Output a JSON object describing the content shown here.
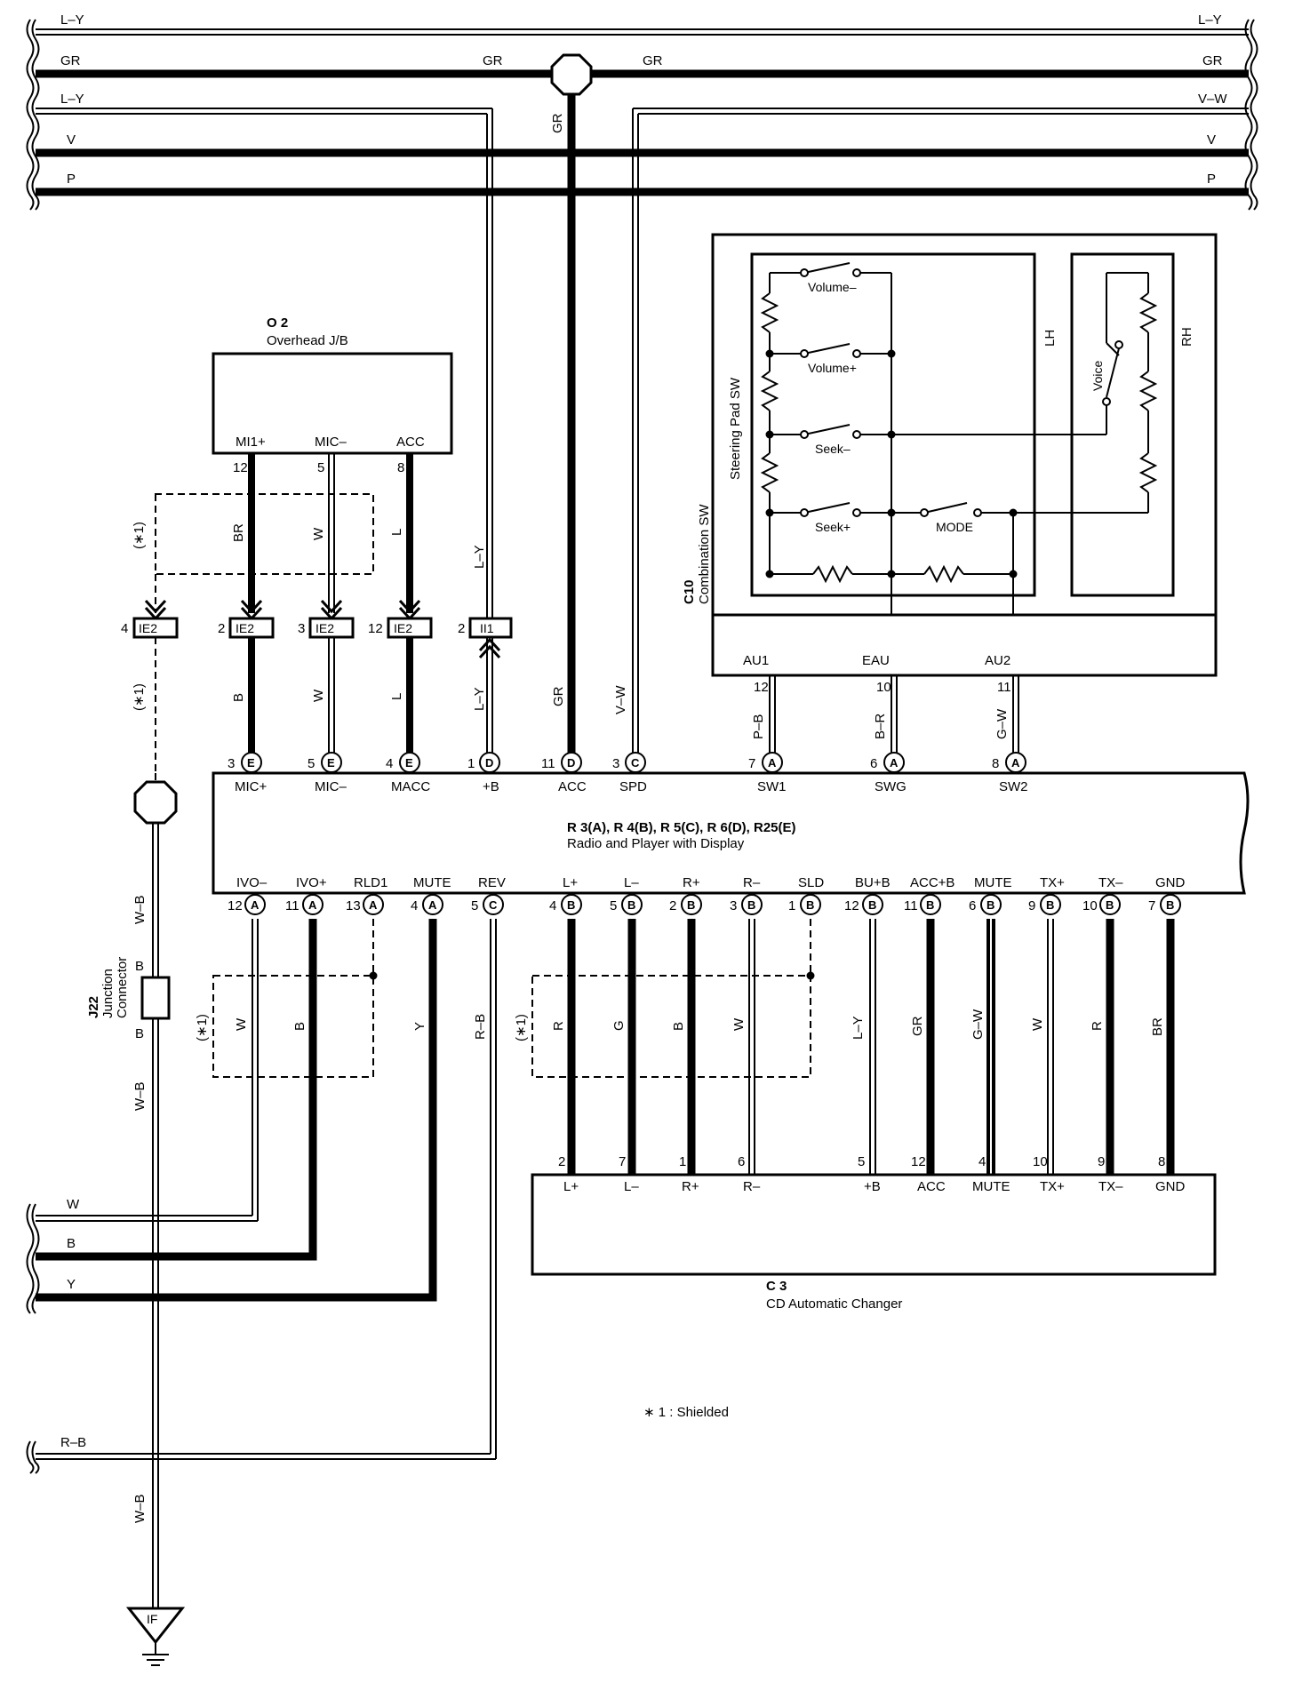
{
  "bus": [
    {
      "left": "L–Y",
      "right": "L–Y"
    },
    {
      "left": "GR",
      "right": "GR",
      "mid_left": "GR",
      "mid_right": "GR"
    },
    {
      "left": "L–Y",
      "right": "V–W"
    },
    {
      "left": "V",
      "right": "V"
    },
    {
      "left": "P",
      "right": "P"
    }
  ],
  "vertical_labels": {
    "gr_drop": "GR"
  },
  "o2": {
    "id": "O 2",
    "name": "Overhead J/B",
    "pins": [
      {
        "label": "MI1+",
        "num": "12",
        "wire": "BR"
      },
      {
        "label": "MIC–",
        "num": "5",
        "wire": "W"
      },
      {
        "label": "ACC",
        "num": "8",
        "wire": "L"
      }
    ]
  },
  "shield_note_left": "(∗1)",
  "connectors": [
    {
      "pin": "4",
      "label": "IE2"
    },
    {
      "pin": "2",
      "label": "IE2",
      "wire": "B"
    },
    {
      "pin": "3",
      "label": "IE2",
      "wire": "W"
    },
    {
      "pin": "12",
      "label": "IE2",
      "wire": "L"
    },
    {
      "pin": "2",
      "label": "II1",
      "wire_top": "L–Y",
      "wire_bottom": "L–Y"
    }
  ],
  "main_top_wires": [
    "GR",
    "V–W"
  ],
  "shield_note_lower": "(∗1)",
  "radio": {
    "title": "R 3(A), R 4(B), R 5(C), R 6(D), R25(E)",
    "name": "Radio and Player with Display",
    "top_pins": [
      {
        "num": "3",
        "conn": "E",
        "label": "MIC+"
      },
      {
        "num": "5",
        "conn": "E",
        "label": "MIC–"
      },
      {
        "num": "4",
        "conn": "E",
        "label": "MACC"
      },
      {
        "num": "1",
        "conn": "D",
        "label": "+B"
      },
      {
        "num": "11",
        "conn": "D",
        "label": "ACC"
      },
      {
        "num": "3",
        "conn": "C",
        "label": "SPD"
      },
      {
        "num": "7",
        "conn": "A",
        "label": "SW1"
      },
      {
        "num": "6",
        "conn": "A",
        "label": "SWG"
      },
      {
        "num": "8",
        "conn": "A",
        "label": "SW2"
      }
    ],
    "bottom_pins": [
      {
        "num": "12",
        "conn": "A",
        "label": "IVO–",
        "wire": "W"
      },
      {
        "num": "11",
        "conn": "A",
        "label": "IVO+",
        "wire": "B"
      },
      {
        "num": "13",
        "conn": "A",
        "label": "RLD1"
      },
      {
        "num": "4",
        "conn": "A",
        "label": "MUTE",
        "wire": "Y"
      },
      {
        "num": "5",
        "conn": "C",
        "label": "REV",
        "wire": "R–B"
      },
      {
        "num": "4",
        "conn": "B",
        "label": "L+",
        "wire": "R"
      },
      {
        "num": "5",
        "conn": "B",
        "label": "L–",
        "wire": "G"
      },
      {
        "num": "2",
        "conn": "B",
        "label": "R+",
        "wire": "B"
      },
      {
        "num": "3",
        "conn": "B",
        "label": "R–",
        "wire": "W"
      },
      {
        "num": "1",
        "conn": "B",
        "label": "SLD"
      },
      {
        "num": "12",
        "conn": "B",
        "label": "BU+B",
        "wire": "L–Y"
      },
      {
        "num": "11",
        "conn": "B",
        "label": "ACC+B",
        "wire": "GR"
      },
      {
        "num": "6",
        "conn": "B",
        "label": "MUTE",
        "wire": "G–W"
      },
      {
        "num": "9",
        "conn": "B",
        "label": "TX+",
        "wire": "W"
      },
      {
        "num": "10",
        "conn": "B",
        "label": "TX–",
        "wire": "R"
      },
      {
        "num": "7",
        "conn": "B",
        "label": "GND",
        "wire": "BR"
      }
    ]
  },
  "c10": {
    "id": "C10",
    "name": "Combination SW",
    "sub": "Steering Pad SW",
    "lh": "LH",
    "rh": "RH",
    "switches": {
      "volm": "Volume–",
      "volp": "Volume+",
      "seekm": "Seek–",
      "seekp": "Seek+",
      "mode": "MODE",
      "voice": "Voice"
    },
    "pins": [
      {
        "label": "AU1",
        "num": "12",
        "wire": "P–B"
      },
      {
        "label": "EAU",
        "num": "10",
        "wire": "B–R"
      },
      {
        "label": "AU2",
        "num": "11",
        "wire": "G–W"
      }
    ]
  },
  "c3": {
    "id": "C 3",
    "name": "CD Automatic Changer",
    "pins": [
      {
        "num": "2",
        "label": "L+"
      },
      {
        "num": "7",
        "label": "L–"
      },
      {
        "num": "1",
        "label": "R+"
      },
      {
        "num": "6",
        "label": "R–"
      },
      {
        "num": "5",
        "label": "+B"
      },
      {
        "num": "12",
        "label": "ACC"
      },
      {
        "num": "4",
        "label": "MUTE"
      },
      {
        "num": "10",
        "label": "TX+"
      },
      {
        "num": "9",
        "label": "TX–"
      },
      {
        "num": "8",
        "label": "GND"
      }
    ]
  },
  "j22": {
    "id": "J22",
    "name1": "Junction",
    "name2": "Connector",
    "top": "B",
    "bottom": "B"
  },
  "ground_wire": {
    "w1": "W–B",
    "w2": "W–B",
    "w3": "W–B"
  },
  "left_wires": {
    "w": "W",
    "b": "B",
    "y": "Y",
    "rb": "R–B"
  },
  "ground": {
    "label": "IF"
  },
  "footnote": "∗ 1 : Shielded"
}
